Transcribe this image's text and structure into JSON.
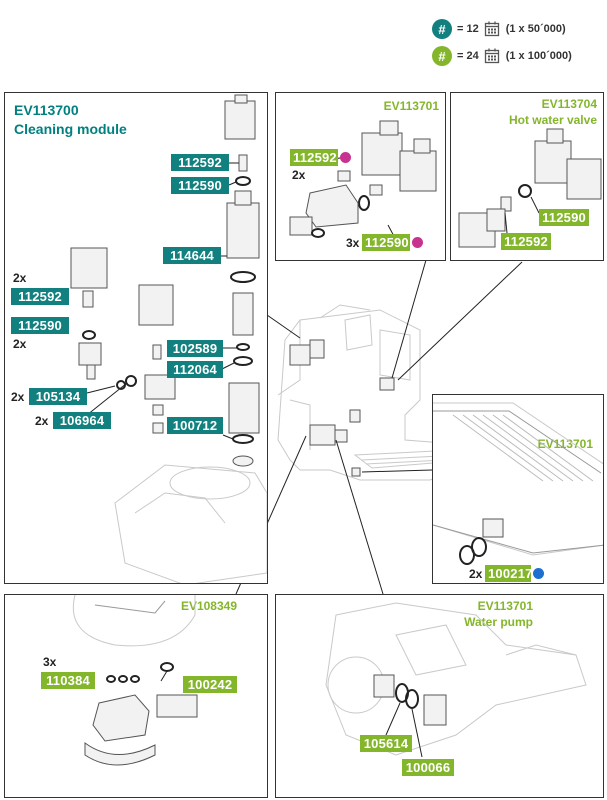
{
  "legend": [
    {
      "symbol": "#",
      "color": "#12807e",
      "text": "= 12",
      "interval": "(1 x 50´000)"
    },
    {
      "symbol": "#",
      "color": "#84b62b",
      "text": "= 24",
      "interval": "(1 x 100´000)"
    }
  ],
  "panels": {
    "cleaning": {
      "code": "EV113700",
      "name": "Cleaning module"
    },
    "ev113701_top": {
      "code": "EV113701"
    },
    "hot_water": {
      "code": "EV113704",
      "name": "Hot water valve"
    },
    "drip": {
      "code": "EV113701"
    },
    "ev108349": {
      "code": "EV108349"
    },
    "pump": {
      "code": "EV113701",
      "name": "Water pump"
    }
  },
  "parts": {
    "p112592_a": "112592",
    "p112590_a": "112590",
    "p114644": "114644",
    "q112592_b": "2x",
    "p112592_b": "112592",
    "p112590_b": "112590",
    "q112590_b": "2x",
    "p102589": "102589",
    "p112064": "112064",
    "q105134": "2x",
    "p105134": "105134",
    "q106964": "2x",
    "p106964": "106964",
    "p100712": "100712",
    "p112592_c": "112592",
    "q112592_c": "2x",
    "q112590_c": "3x",
    "p112590_c": "112590",
    "p112590_d": "112590",
    "p112592_d": "112592",
    "q100217": "2x",
    "p100217": "100217",
    "q110384": "3x",
    "p110384": "110384",
    "p100242": "100242",
    "p105614": "105614",
    "p100066": "100066"
  },
  "colors": {
    "teal": "#12807e",
    "green": "#84b62b",
    "magenta": "#c8338f",
    "blue": "#1e6fd0"
  }
}
